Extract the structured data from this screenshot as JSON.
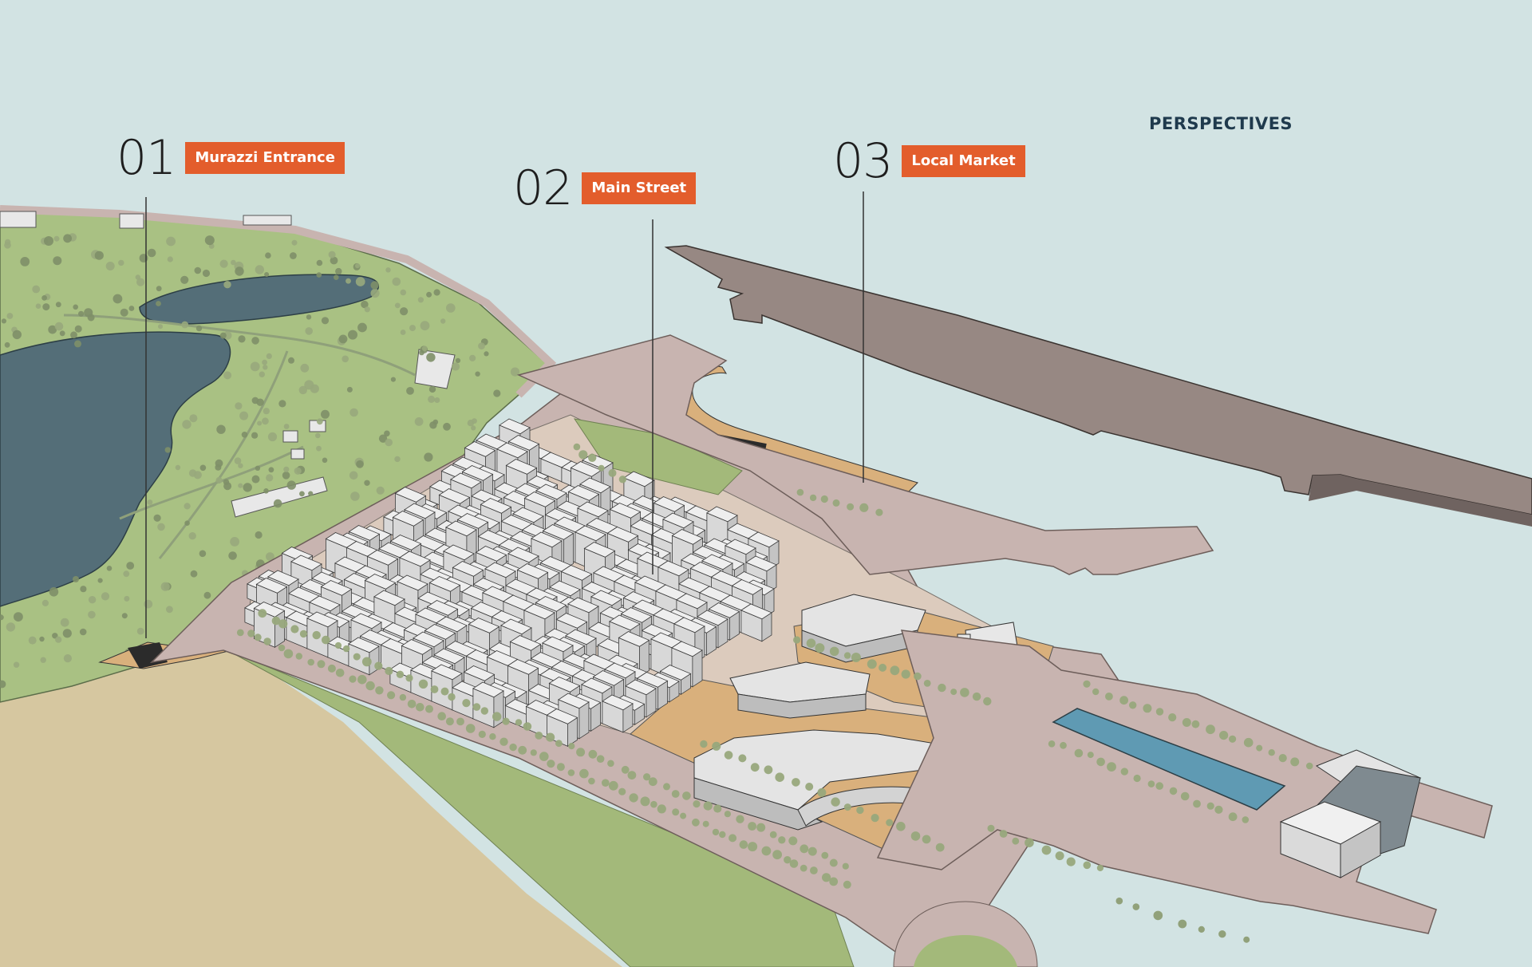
{
  "title": "PERSPECTIVES",
  "callouts": [
    {
      "number": "01",
      "label": "Murazzi Entrance"
    },
    {
      "number": "02",
      "label": "Main Street"
    },
    {
      "number": "03",
      "label": "Local Market"
    }
  ],
  "colors": {
    "water": "#d2e3e3",
    "accent": "#e35d2c",
    "title": "#1f3a4d",
    "number": "#1e1e1e",
    "park": "#a9c183",
    "lake": "#546e78",
    "quay": "#c8b4b0",
    "pier": "#978883",
    "sand": "#d6c7a0",
    "plaza": "#d9b07c",
    "block": "#eeeeee",
    "tree": "#98a87c",
    "pool": "#5f9ab3"
  }
}
